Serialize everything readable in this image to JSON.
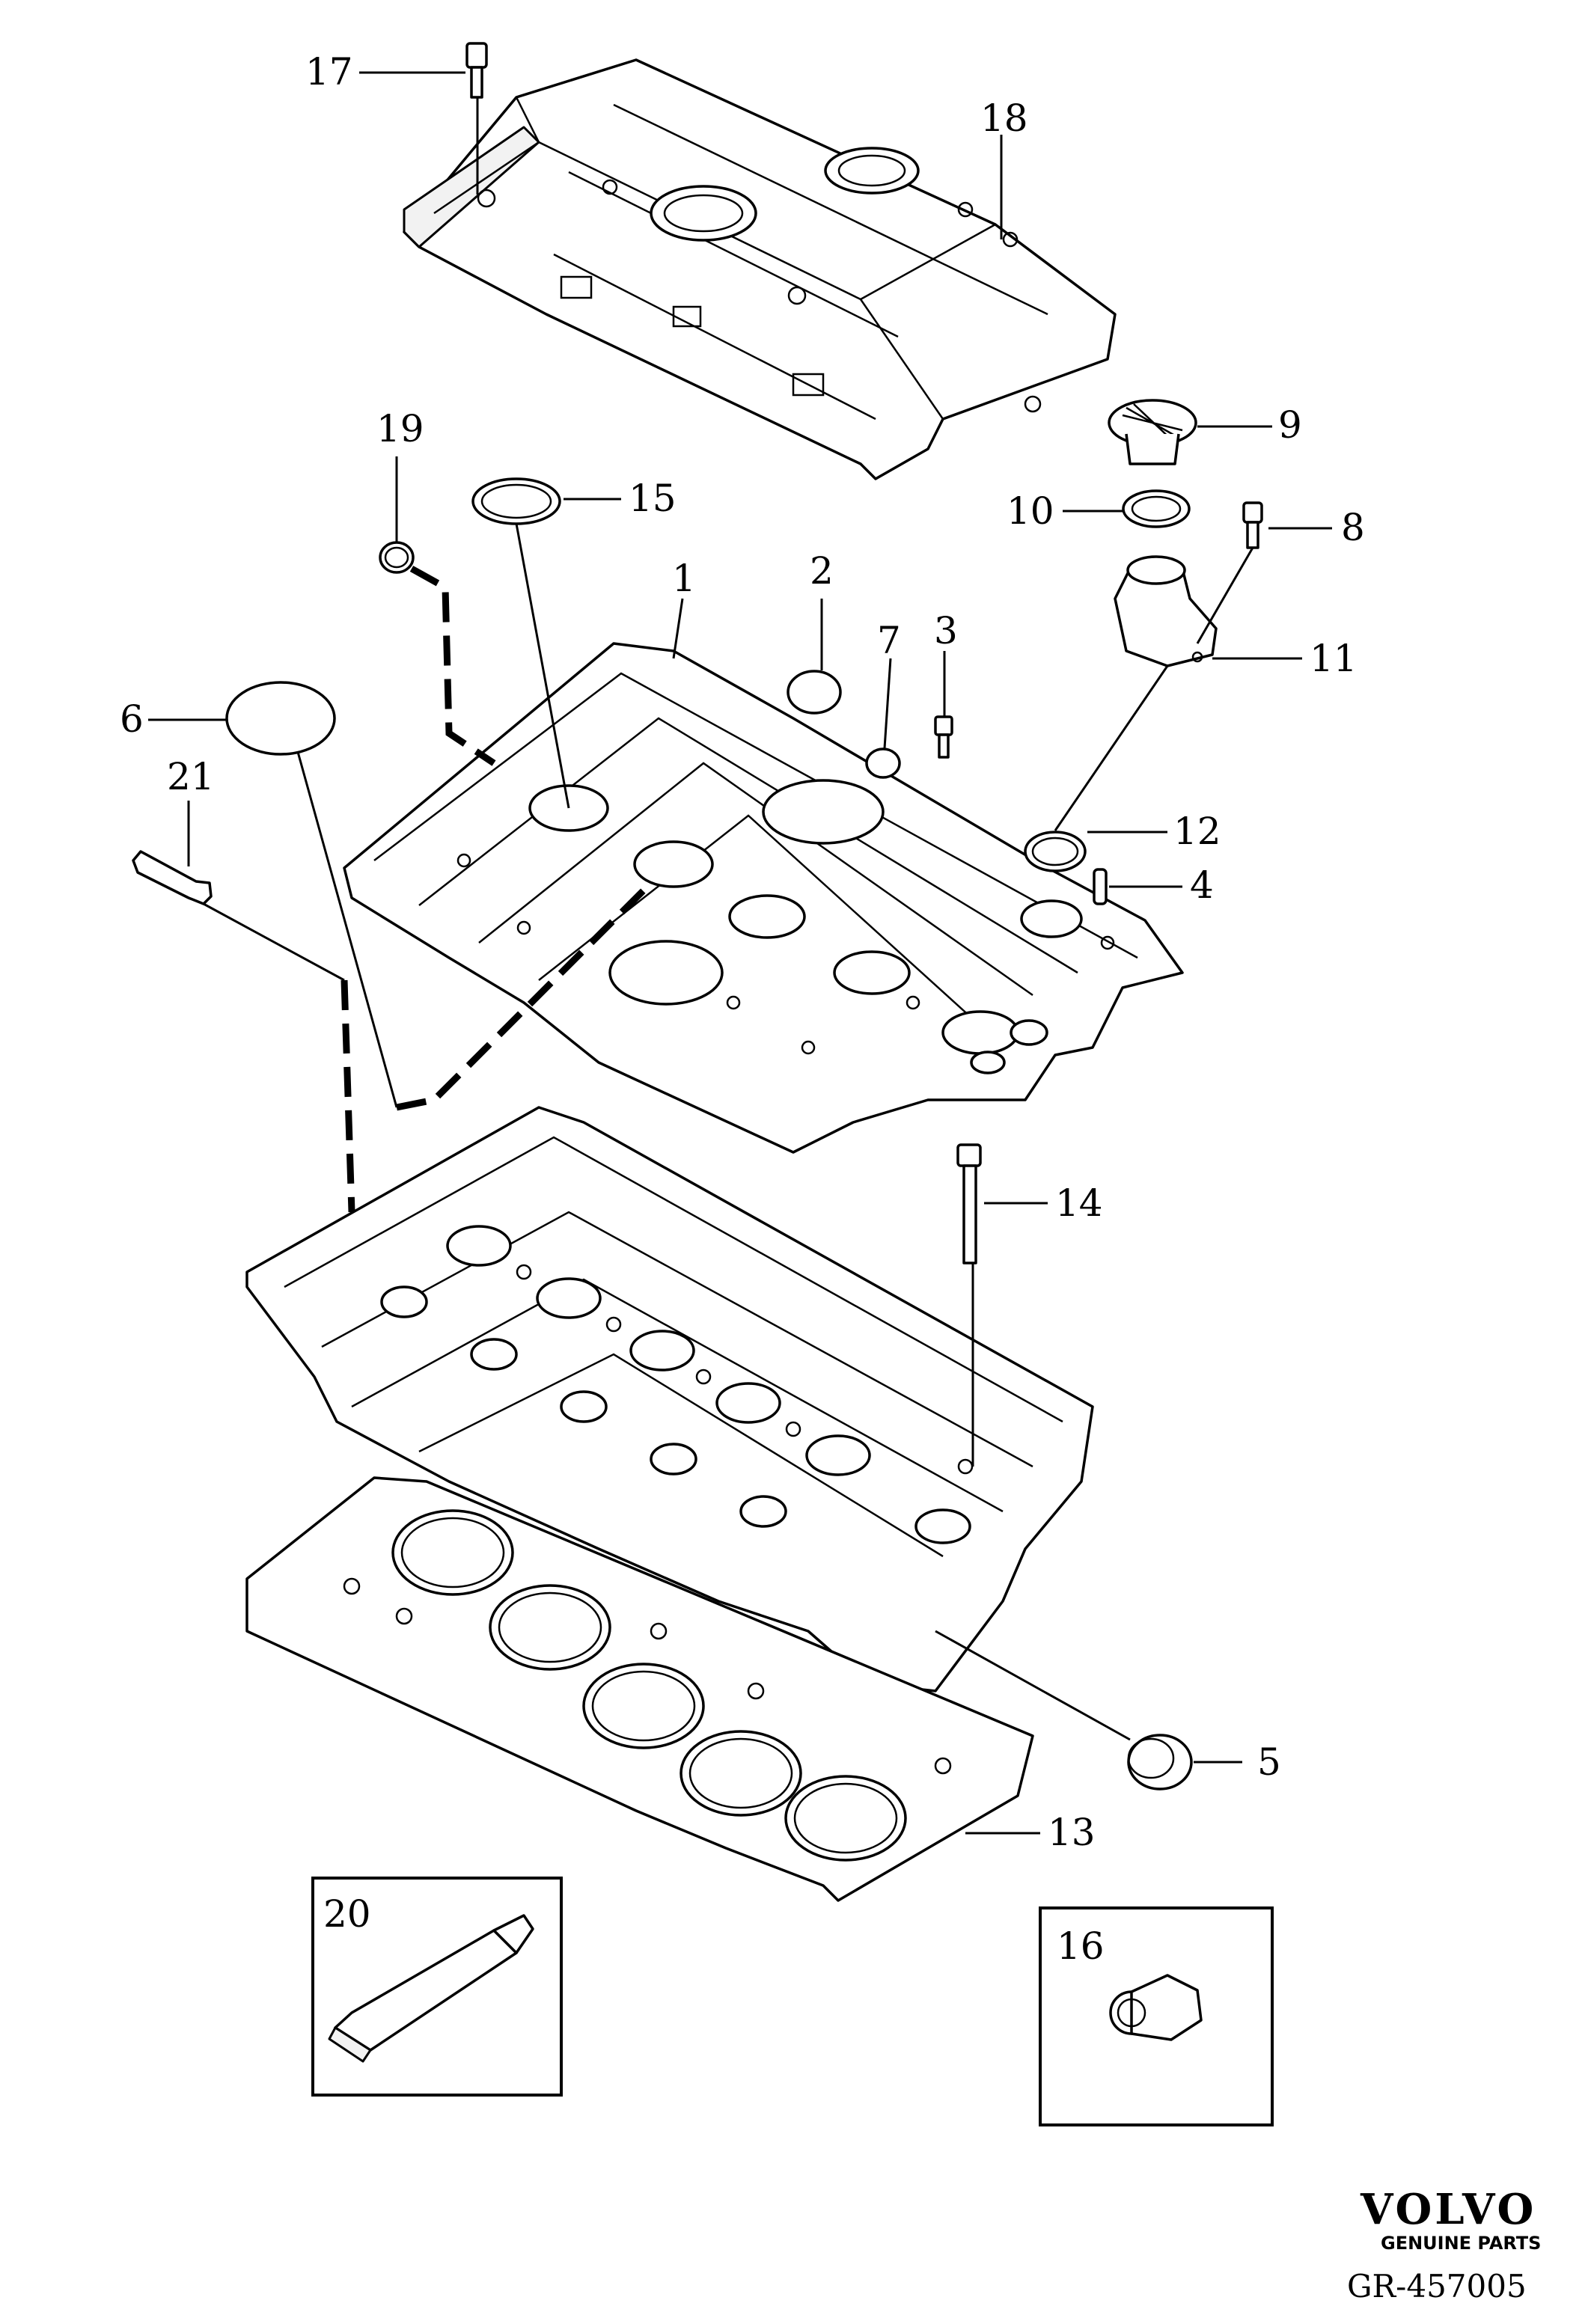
{
  "callouts": {
    "c1": "1",
    "c2": "2",
    "c3": "3",
    "c4": "4",
    "c5": "5",
    "c6": "6",
    "c7": "7",
    "c8": "8",
    "c9": "9",
    "c10": "10",
    "c11": "11",
    "c12": "12",
    "c13": "13",
    "c14": "14",
    "c15": "15",
    "c16": "16",
    "c17": "17",
    "c18": "18",
    "c19": "19",
    "c20": "20",
    "c21": "21"
  },
  "brand": {
    "logo": "VOLVO",
    "tagline": "GENUINE PARTS"
  },
  "figure_code": "GR-457005"
}
